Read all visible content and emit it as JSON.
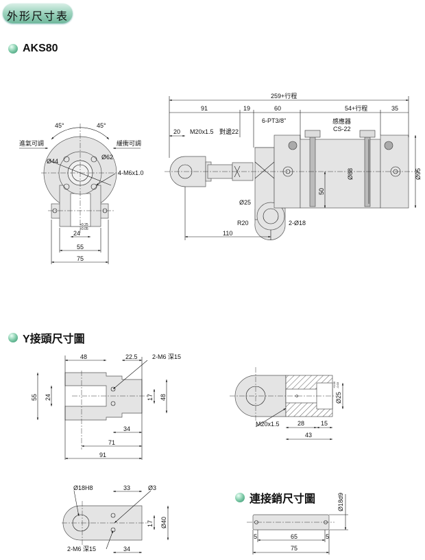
{
  "header": {
    "title": "外形尺寸表"
  },
  "sections": {
    "aks80": "AKS80",
    "y_joint": "Y接頭尺寸圖",
    "pin": "連接銷尺寸圖"
  },
  "front_view": {
    "angle_left": "45°",
    "angle_right": "45°",
    "inlet_adjust": "進氣可調",
    "cushion_adjust": "緩衝可調",
    "dia44": "Ø44",
    "dia62": "Ø62",
    "thread": "4-M6x1.0",
    "tol_upper": "+0.25",
    "tol_lower": "+0.05",
    "dim24": "24",
    "dim55": "55",
    "dim75": "75"
  },
  "side_view": {
    "total": "259+行程",
    "d91": "91",
    "d19": "19",
    "d60": "60",
    "d54": "54+行程",
    "d35": "35",
    "d20": "20",
    "m20": "M20x1.5",
    "flat22": "對邊22",
    "port": "6-PT3/8\"",
    "sensor": "感應器",
    "sensor_model": "CS-22",
    "dia88": "Ø88",
    "dia95": "Ø95",
    "d50": "50",
    "dia25": "Ø25",
    "r20": "R20",
    "holes": "2-Ø18",
    "d110": "110"
  },
  "y_joint": {
    "d48": "48",
    "d22_5": "22.5",
    "m6": "2-M6 深15",
    "d55": "55",
    "d24": "24",
    "d17": "17",
    "d48b": "48",
    "d34": "34",
    "d71": "71",
    "d91": "91"
  },
  "clevis_section": {
    "dia25": "Ø25",
    "tol_upper": "+0.05",
    "tol_lower": "-0.03",
    "m20": "M20x1.5",
    "d28": "28",
    "d15": "15",
    "d43": "43"
  },
  "y_joint_top": {
    "dia18": "Ø18H8",
    "d33": "33",
    "dia3": "Ø3",
    "d17": "17",
    "dia40": "Ø40",
    "m6": "2-M6 深15",
    "d34": "34"
  },
  "pin": {
    "dia18": "Ø18d9",
    "d5a": "5",
    "d65": "65",
    "d5b": "5",
    "d75": "75"
  }
}
